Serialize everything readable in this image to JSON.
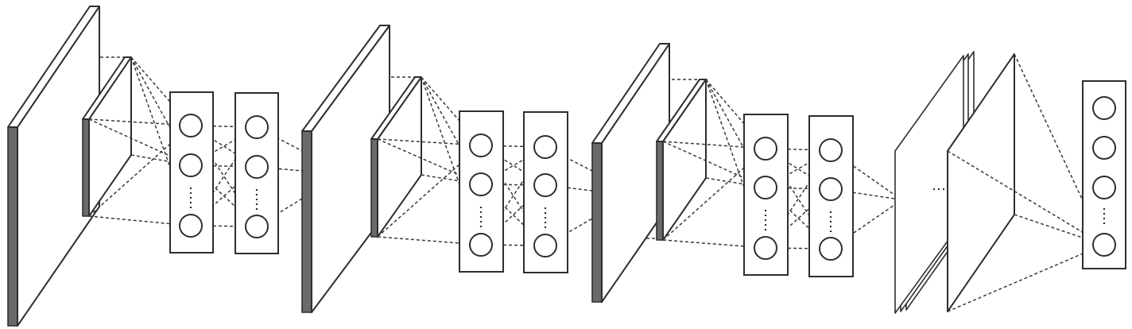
{
  "diagram": {
    "description_visible_text": "",
    "stages": [
      {
        "id": "stage-1",
        "parts": [
          "input-plane",
          "feature-plane",
          "neuron-column",
          "neuron-column"
        ]
      },
      {
        "id": "stage-2",
        "parts": [
          "input-plane",
          "feature-plane",
          "neuron-column",
          "neuron-column"
        ]
      },
      {
        "id": "stage-3",
        "parts": [
          "input-plane",
          "feature-plane",
          "neuron-column",
          "neuron-column"
        ]
      }
    ],
    "output": {
      "parts": [
        "stacked-feature-maps",
        "fully-connected-plane",
        "output-neuron-column"
      ]
    },
    "colors": {
      "stroke": "#2e2e2e",
      "plane_edge": "#6a6a6a",
      "background": "#ffffff"
    },
    "icons": [
      "neuron-circle",
      "ellipsis-dots",
      "dashed-connection"
    ]
  }
}
